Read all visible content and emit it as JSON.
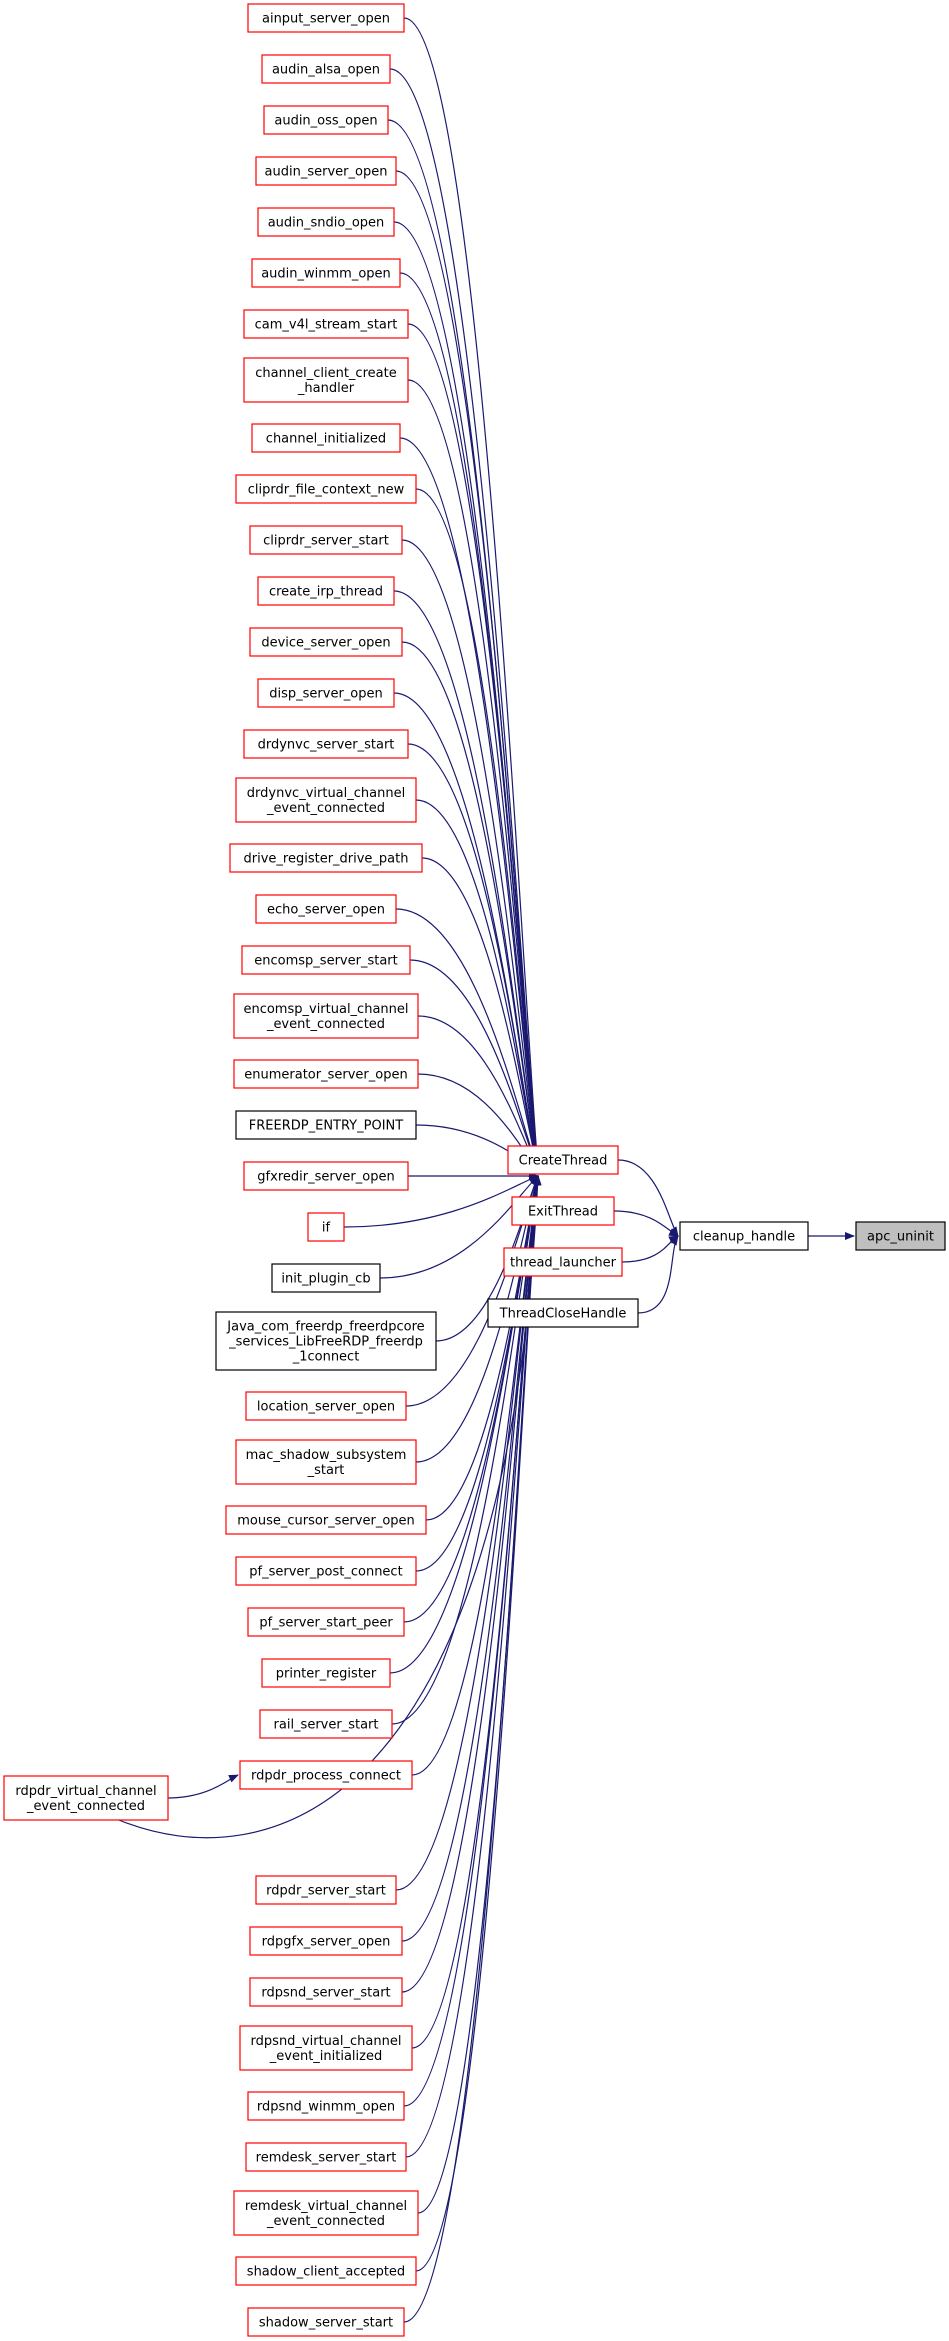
{
  "colors": {
    "edge": "#191970",
    "border_red": "#ff0000",
    "border_black": "#000000",
    "highlight_fill": "#bfbfbf",
    "node_fill": "#ffffff"
  },
  "nodes": [
    {
      "id": "ainput_server_open",
      "lines": [
        "ainput_server_open"
      ],
      "style": "red"
    },
    {
      "id": "audin_alsa_open",
      "lines": [
        "audin_alsa_open"
      ],
      "style": "red"
    },
    {
      "id": "audin_oss_open",
      "lines": [
        "audin_oss_open"
      ],
      "style": "red"
    },
    {
      "id": "audin_server_open",
      "lines": [
        "audin_server_open"
      ],
      "style": "red"
    },
    {
      "id": "audin_sndio_open",
      "lines": [
        "audin_sndio_open"
      ],
      "style": "red"
    },
    {
      "id": "audin_winmm_open",
      "lines": [
        "audin_winmm_open"
      ],
      "style": "red"
    },
    {
      "id": "cam_v4l_stream_start",
      "lines": [
        "cam_v4l_stream_start"
      ],
      "style": "red"
    },
    {
      "id": "channel_client_create_handler",
      "lines": [
        "channel_client_create",
        "_handler"
      ],
      "style": "red"
    },
    {
      "id": "channel_initialized",
      "lines": [
        "channel_initialized"
      ],
      "style": "red"
    },
    {
      "id": "cliprdr_file_context_new",
      "lines": [
        "cliprdr_file_context_new"
      ],
      "style": "red"
    },
    {
      "id": "cliprdr_server_start",
      "lines": [
        "cliprdr_server_start"
      ],
      "style": "red"
    },
    {
      "id": "create_irp_thread",
      "lines": [
        "create_irp_thread"
      ],
      "style": "red"
    },
    {
      "id": "device_server_open",
      "lines": [
        "device_server_open"
      ],
      "style": "red"
    },
    {
      "id": "disp_server_open",
      "lines": [
        "disp_server_open"
      ],
      "style": "red"
    },
    {
      "id": "drdynvc_server_start",
      "lines": [
        "drdynvc_server_start"
      ],
      "style": "red"
    },
    {
      "id": "drdynvc_virtual_channel_event_connected",
      "lines": [
        "drdynvc_virtual_channel",
        "_event_connected"
      ],
      "style": "red"
    },
    {
      "id": "drive_register_drive_path",
      "lines": [
        "drive_register_drive_path"
      ],
      "style": "red"
    },
    {
      "id": "echo_server_open",
      "lines": [
        "echo_server_open"
      ],
      "style": "red"
    },
    {
      "id": "encomsp_server_start",
      "lines": [
        "encomsp_server_start"
      ],
      "style": "red"
    },
    {
      "id": "encomsp_virtual_channel_event_connected",
      "lines": [
        "encomsp_virtual_channel",
        "_event_connected"
      ],
      "style": "red"
    },
    {
      "id": "enumerator_server_open",
      "lines": [
        "enumerator_server_open"
      ],
      "style": "red"
    },
    {
      "id": "FREERDP_ENTRY_POINT",
      "lines": [
        "FREERDP_ENTRY_POINT"
      ],
      "style": "black"
    },
    {
      "id": "gfxredir_server_open",
      "lines": [
        "gfxredir_server_open"
      ],
      "style": "red"
    },
    {
      "id": "if",
      "lines": [
        "if"
      ],
      "style": "red"
    },
    {
      "id": "init_plugin_cb",
      "lines": [
        "init_plugin_cb"
      ],
      "style": "black"
    },
    {
      "id": "Java_connect",
      "lines": [
        "Java_com_freerdp_freerdpcore",
        "_services_LibFreeRDP_freerdp",
        "_1connect"
      ],
      "style": "black"
    },
    {
      "id": "location_server_open",
      "lines": [
        "location_server_open"
      ],
      "style": "red"
    },
    {
      "id": "mac_shadow_subsystem_start",
      "lines": [
        "mac_shadow_subsystem",
        "_start"
      ],
      "style": "red"
    },
    {
      "id": "mouse_cursor_server_open",
      "lines": [
        "mouse_cursor_server_open"
      ],
      "style": "red"
    },
    {
      "id": "pf_server_post_connect",
      "lines": [
        "pf_server_post_connect"
      ],
      "style": "red"
    },
    {
      "id": "pf_server_start_peer",
      "lines": [
        "pf_server_start_peer"
      ],
      "style": "red"
    },
    {
      "id": "printer_register",
      "lines": [
        "printer_register"
      ],
      "style": "red"
    },
    {
      "id": "rail_server_start",
      "lines": [
        "rail_server_start"
      ],
      "style": "red"
    },
    {
      "id": "rdpdr_process_connect",
      "lines": [
        "rdpdr_process_connect"
      ],
      "style": "red"
    },
    {
      "id": "rdpdr_virtual_channel_event_connected",
      "lines": [
        "rdpdr_virtual_channel",
        "_event_connected"
      ],
      "style": "red"
    },
    {
      "id": "rdpdr_server_start",
      "lines": [
        "rdpdr_server_start"
      ],
      "style": "red"
    },
    {
      "id": "rdpgfx_server_open",
      "lines": [
        "rdpgfx_server_open"
      ],
      "style": "red"
    },
    {
      "id": "rdpsnd_server_start",
      "lines": [
        "rdpsnd_server_start"
      ],
      "style": "red"
    },
    {
      "id": "rdpsnd_virtual_channel_event_initialized",
      "lines": [
        "rdpsnd_virtual_channel",
        "_event_initialized"
      ],
      "style": "red"
    },
    {
      "id": "rdpsnd_winmm_open",
      "lines": [
        "rdpsnd_winmm_open"
      ],
      "style": "red"
    },
    {
      "id": "remdesk_server_start",
      "lines": [
        "remdesk_server_start"
      ],
      "style": "red"
    },
    {
      "id": "remdesk_virtual_channel_event_connected",
      "lines": [
        "remdesk_virtual_channel",
        "_event_connected"
      ],
      "style": "red"
    },
    {
      "id": "shadow_client_accepted",
      "lines": [
        "shadow_client_accepted"
      ],
      "style": "red"
    },
    {
      "id": "shadow_server_start",
      "lines": [
        "shadow_server_start"
      ],
      "style": "red"
    },
    {
      "id": "CreateThread",
      "lines": [
        "CreateThread"
      ],
      "style": "red"
    },
    {
      "id": "ExitThread",
      "lines": [
        "ExitThread"
      ],
      "style": "red"
    },
    {
      "id": "thread_launcher",
      "lines": [
        "thread_launcher"
      ],
      "style": "red"
    },
    {
      "id": "ThreadCloseHandle",
      "lines": [
        "ThreadCloseHandle"
      ],
      "style": "black"
    },
    {
      "id": "cleanup_handle",
      "lines": [
        "cleanup_handle"
      ],
      "style": "black"
    },
    {
      "id": "apc_uninit",
      "lines": [
        "apc_uninit"
      ],
      "style": "highlight"
    }
  ],
  "edges": [
    {
      "from": "ainput_server_open",
      "to": "CreateThread"
    },
    {
      "from": "audin_alsa_open",
      "to": "CreateThread"
    },
    {
      "from": "audin_oss_open",
      "to": "CreateThread"
    },
    {
      "from": "audin_server_open",
      "to": "CreateThread"
    },
    {
      "from": "audin_sndio_open",
      "to": "CreateThread"
    },
    {
      "from": "audin_winmm_open",
      "to": "CreateThread"
    },
    {
      "from": "cam_v4l_stream_start",
      "to": "CreateThread"
    },
    {
      "from": "channel_client_create_handler",
      "to": "CreateThread"
    },
    {
      "from": "channel_initialized",
      "to": "CreateThread"
    },
    {
      "from": "cliprdr_file_context_new",
      "to": "CreateThread"
    },
    {
      "from": "cliprdr_server_start",
      "to": "CreateThread"
    },
    {
      "from": "create_irp_thread",
      "to": "CreateThread"
    },
    {
      "from": "device_server_open",
      "to": "CreateThread"
    },
    {
      "from": "disp_server_open",
      "to": "CreateThread"
    },
    {
      "from": "drdynvc_server_start",
      "to": "CreateThread"
    },
    {
      "from": "drdynvc_virtual_channel_event_connected",
      "to": "CreateThread"
    },
    {
      "from": "drive_register_drive_path",
      "to": "CreateThread"
    },
    {
      "from": "echo_server_open",
      "to": "CreateThread"
    },
    {
      "from": "encomsp_server_start",
      "to": "CreateThread"
    },
    {
      "from": "encomsp_virtual_channel_event_connected",
      "to": "CreateThread"
    },
    {
      "from": "enumerator_server_open",
      "to": "CreateThread"
    },
    {
      "from": "FREERDP_ENTRY_POINT",
      "to": "CreateThread"
    },
    {
      "from": "gfxredir_server_open",
      "to": "CreateThread"
    },
    {
      "from": "if",
      "to": "CreateThread"
    },
    {
      "from": "init_plugin_cb",
      "to": "CreateThread"
    },
    {
      "from": "Java_connect",
      "to": "CreateThread"
    },
    {
      "from": "location_server_open",
      "to": "CreateThread"
    },
    {
      "from": "mac_shadow_subsystem_start",
      "to": "CreateThread"
    },
    {
      "from": "mouse_cursor_server_open",
      "to": "CreateThread"
    },
    {
      "from": "pf_server_post_connect",
      "to": "CreateThread"
    },
    {
      "from": "pf_server_start_peer",
      "to": "CreateThread"
    },
    {
      "from": "printer_register",
      "to": "CreateThread"
    },
    {
      "from": "rail_server_start",
      "to": "CreateThread"
    },
    {
      "from": "rdpdr_process_connect",
      "to": "CreateThread"
    },
    {
      "from": "rdpdr_virtual_channel_event_connected",
      "to": "rdpdr_process_connect"
    },
    {
      "from": "rdpdr_virtual_channel_event_connected",
      "to": "CreateThread"
    },
    {
      "from": "rdpdr_server_start",
      "to": "CreateThread"
    },
    {
      "from": "rdpgfx_server_open",
      "to": "CreateThread"
    },
    {
      "from": "rdpsnd_server_start",
      "to": "CreateThread"
    },
    {
      "from": "rdpsnd_virtual_channel_event_initialized",
      "to": "CreateThread"
    },
    {
      "from": "rdpsnd_winmm_open",
      "to": "CreateThread"
    },
    {
      "from": "remdesk_server_start",
      "to": "CreateThread"
    },
    {
      "from": "remdesk_virtual_channel_event_connected",
      "to": "CreateThread"
    },
    {
      "from": "shadow_client_accepted",
      "to": "CreateThread"
    },
    {
      "from": "shadow_server_start",
      "to": "CreateThread"
    },
    {
      "from": "CreateThread",
      "to": "cleanup_handle"
    },
    {
      "from": "ExitThread",
      "to": "cleanup_handle"
    },
    {
      "from": "thread_launcher",
      "to": "cleanup_handle"
    },
    {
      "from": "ThreadCloseHandle",
      "to": "cleanup_handle"
    },
    {
      "from": "cleanup_handle",
      "to": "apc_uninit"
    }
  ]
}
